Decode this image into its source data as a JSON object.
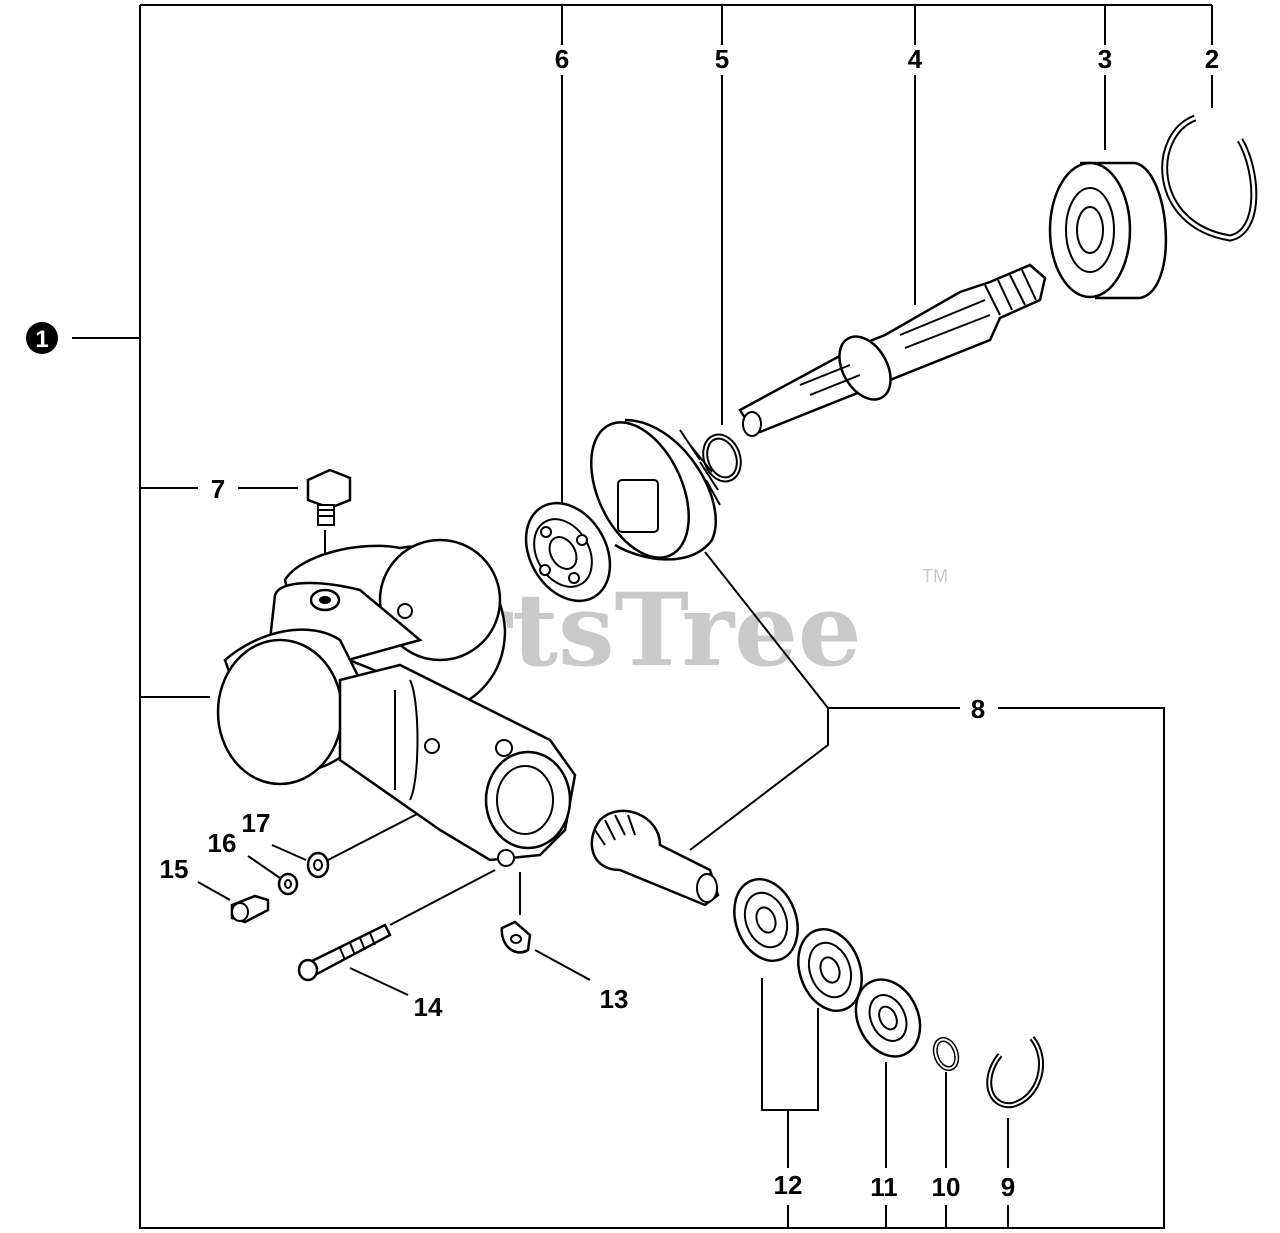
{
  "watermark": {
    "text": "PartsTree",
    "trademark": "TM"
  },
  "callouts": {
    "c1": "1",
    "c2": "2",
    "c3": "3",
    "c4": "4",
    "c5": "5",
    "c6": "6",
    "c7": "7",
    "c8": "8",
    "c9": "9",
    "c10": "10",
    "c11": "11",
    "c12": "12",
    "c13": "13",
    "c14": "14",
    "c15": "15",
    "c16": "16",
    "c17": "17"
  }
}
